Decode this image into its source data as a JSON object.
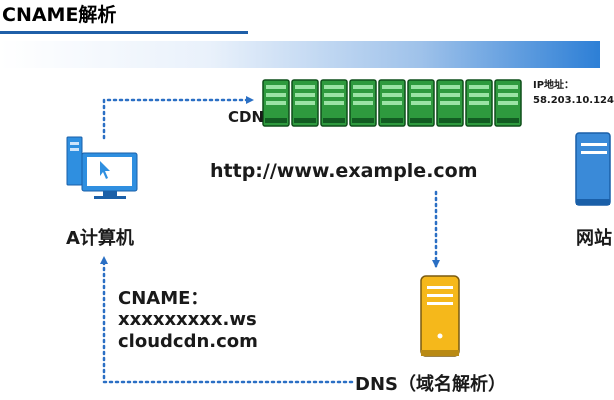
{
  "slide": {
    "title": "CNAME解析"
  },
  "diagram": {
    "cdn_label": "CDN",
    "ip_label": "IP地址：",
    "ip_value": "58.203.10.124",
    "url": "http://www.example.com",
    "computer_label": "A计算机",
    "website_label": "网站",
    "cname": {
      "title": "CNAME：",
      "lines": [
        "xxxxxxxxx.ws",
        "cloudcdn.com"
      ]
    },
    "dns_label": "DNS（域名解析）"
  },
  "colors": {
    "title_underline": "#1f5fa8",
    "cdn_server": "#2e9a3e",
    "dns_server": "#f5b81b",
    "web_server": "#3a8ad8",
    "computer": "#2f8fe0",
    "arrow": "#2a6fc4"
  },
  "icons": [
    "server-rack-icon",
    "desktop-computer-icon",
    "dns-server-icon",
    "web-server-icon"
  ]
}
